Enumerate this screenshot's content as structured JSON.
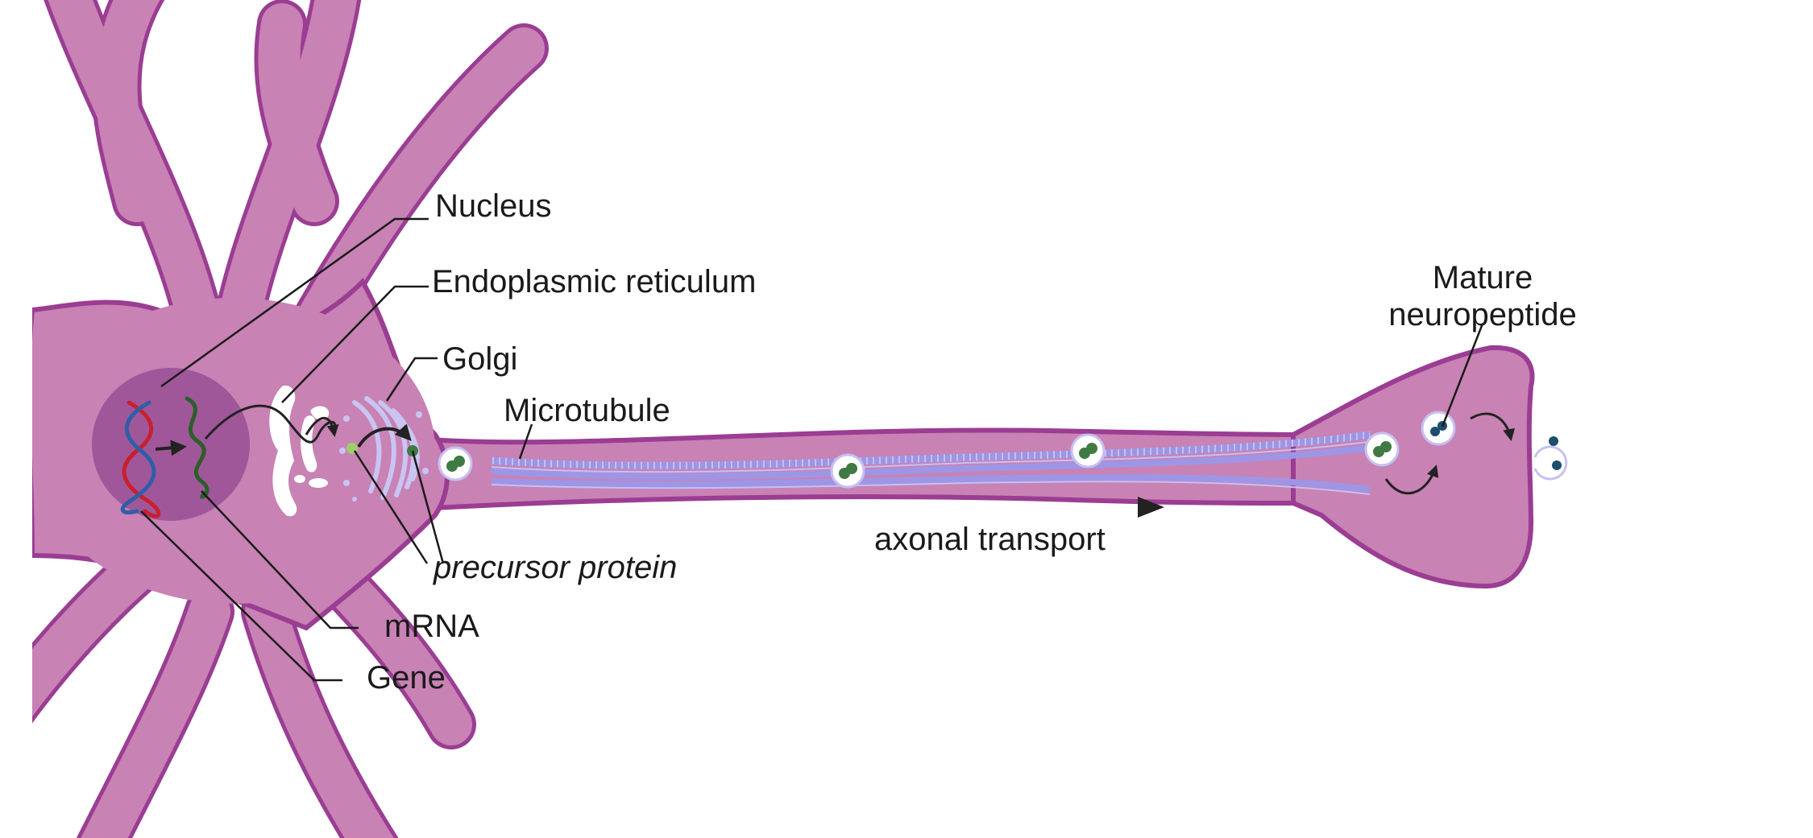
{
  "labels": {
    "nucleus": "Nucleus",
    "endoplasmic_reticulum": "Endoplasmic reticulum",
    "golgi": "Golgi",
    "microtubule": "Microtubule",
    "mature_neuropeptide_line1": "Mature",
    "mature_neuropeptide_line2": "neuropeptide",
    "precursor_protein": "precursor protein",
    "axonal_transport": "axonal transport",
    "mrna": "mRNA",
    "gene": "Gene"
  },
  "colors": {
    "cell_fill": "#c882b4",
    "cell_outline": "#9b3d93",
    "nucleus_fill": "#a0579a",
    "organelle": "#ffffff",
    "microtubule": "#9d96e6",
    "vesicle_cargo": "#3f7a43",
    "neuropeptide": "#1c4e6e",
    "dna_red": "#c8202e",
    "dna_blue": "#2f5ea8",
    "mrna_green": "#2d5e2a",
    "arrow": "#222222"
  }
}
